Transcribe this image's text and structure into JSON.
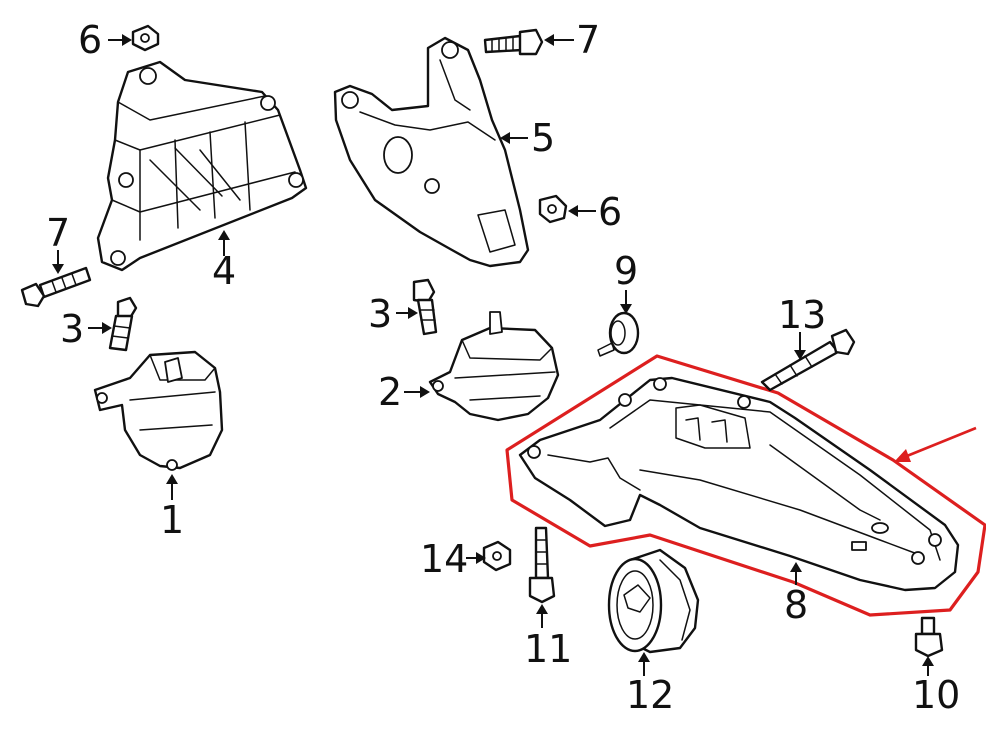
{
  "callouts": {
    "c1": "1",
    "c2": "2",
    "c3a": "3",
    "c3b": "3",
    "c4": "4",
    "c5": "5",
    "c6a": "6",
    "c6b": "6",
    "c7a": "7",
    "c7b": "7",
    "c8": "8",
    "c9": "9",
    "c10": "10",
    "c11": "11",
    "c12": "12",
    "c13": "13",
    "c14": "14"
  },
  "colors": {
    "line": "#111111",
    "highlight": "#dd1f1f",
    "background": "#ffffff"
  },
  "highlighted_part": "8"
}
